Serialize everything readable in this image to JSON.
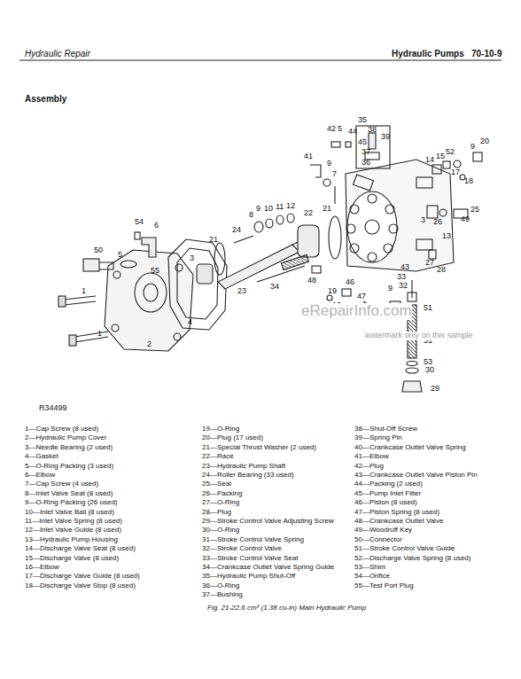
{
  "diagram": {
    "title": "Assembly",
    "caption": "Fig. 21-22.6 cm³ (1.38 cu-in) Main Hydraulic Pump",
    "labels": [
      "Hydraulic Repair",
      "Hydraulic Pumps",
      "70-10-9",
      "35",
      "42",
      "5",
      "44",
      "38",
      "39",
      "45",
      "37",
      "36",
      "20",
      "9",
      "52",
      "15",
      "14",
      "17",
      "18",
      "41",
      "9",
      "7",
      "8",
      "9",
      "10",
      "11",
      "12",
      "22",
      "21",
      "3",
      "26",
      "49",
      "25",
      "13",
      "27",
      "28",
      "43",
      "54",
      "6",
      "50",
      "5",
      "55",
      "3",
      "21",
      "24",
      "4",
      "1",
      "1",
      "2",
      "23",
      "34",
      "48",
      "19",
      "16",
      "46",
      "33",
      "32",
      "47",
      "9",
      "20",
      "51",
      "31",
      "53",
      "30",
      "29",
      "R34499",
      "1—Cap Screw (8 used)",
      "2—Hydraulic Pump Cover",
      "3—Needle Bearing (2 used)",
      "4—Gasket",
      "5—O-Ring Packing (3 used)",
      "6—Elbow",
      "7—Cap Screw (4 used)",
      "8—Inlet Valve Seat (8 used)",
      "9—O-Ring Packing (26 used)",
      "10—Inlet Valve Ball (8 used)",
      "11—Inlet Valve Spring (8 used)",
      "12—Inlet Valve Guide (8 used)",
      "13—Hydraulic Pump Housing",
      "14—Discharge Valve Seat (8 used)",
      "15—Discharge Valve (8 used)",
      "16—Elbow",
      "17—Discharge Valve Guide (8 used)",
      "18—Discharge Valve Stop (8 used)",
      "19—O-Ring",
      "20—Plug (17 used)",
      "21—Special Thrust Washer (2 used)",
      "22—Race",
      "23—Hydraulic Pump Shaft",
      "24—Roller Bearing (33 used)",
      "25—Seal",
      "26—Packing",
      "27—O-Ring",
      "28—Plug",
      "29—Stroke Control Valve Adjusting Screw",
      "30—O-Ring",
      "31—Stroke Control Valve Spring",
      "32—Stroke Control Valve",
      "33—Stroke Control Valve Seat",
      "34—Crankcase Outlet Valve Spring Guide",
      "35—Hydraulic Pump Shut-Off",
      "36—O-Ring",
      "37—Bushing",
      "38—Shut-Off Screw",
      "39—Spring Pin",
      "40—Crankcase Outlet Valve Spring",
      "41—Elbow",
      "42—Plug",
      "43—Crankcase Outlet Valve Piston Pin",
      "44—Packing (2 used)",
      "45—Pump Inlet Filter",
      "46—Piston (8 used)",
      "47—Piston Spring (8 used)",
      "48—Crankcase Outlet Valve",
      "49—Woodruff Key",
      "50—Connector",
      "51—Stroke Control Valve Guide",
      "52—Discharge Valve Spring (8 used)",
      "53—Shim",
      "54—Orifice",
      "55—Test Port Plug",
      "eRepairInfo.com",
      "watermark only on this sample"
    ]
  }
}
